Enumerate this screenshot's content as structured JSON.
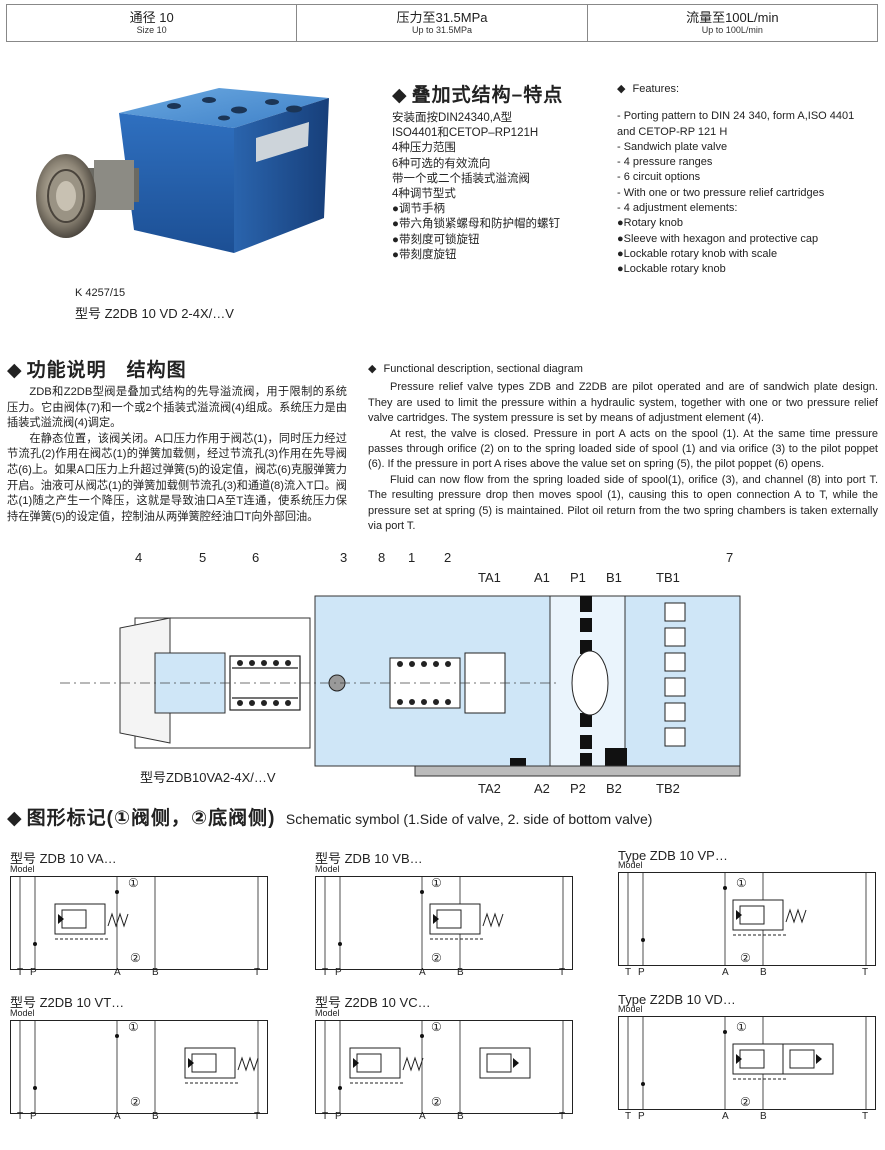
{
  "specs": [
    {
      "cn": "通径 10",
      "en": "Size 10"
    },
    {
      "cn": "压力至31.5MPa",
      "en": "Up to 31.5MPa"
    },
    {
      "cn": "流量至100L/min",
      "en": "Up to 100L/min"
    }
  ],
  "photo": {
    "code": "K 4257/15",
    "model": "型号 Z2DB 10 VD 2-4X/…V"
  },
  "features_cn": {
    "title": "叠加式结构–特点",
    "items": [
      "安装面按DIN24340,A型",
      "ISO4401和CETOP–RP121H",
      "4种压力范围",
      "6种可选的有效流向",
      "带一个或二个插装式溢流阀",
      "4种调节型式",
      "●调节手柄",
      "●带六角锁紧螺母和防护帽的螺钉",
      "●带刻度可锁旋钮",
      "●带刻度旋钮"
    ]
  },
  "features_en": {
    "title": "Features:",
    "items": [
      "- Porting pattern to DIN 24 340, form A,ISO 4401",
      "and CETOP-RP 121 H",
      "- Sandwich plate valve",
      "- 4 pressure ranges",
      "- 6 circuit options",
      "- With one or two pressure relief cartridges",
      "- 4 adjustment elements:",
      "●Rotary knob",
      "●Sleeve with hexagon and protective cap",
      "●Lockable rotary knob with scale",
      "●Lockable rotary knob"
    ]
  },
  "function_cn": {
    "title": "功能说明　结构图",
    "p1": "ZDB和Z2DB型阀是叠加式结构的先导溢流阀，用于限制的系统压力。它由阀体(7)和一个或2个插装式溢流阀(4)组成。系统压力是由插装式溢流阀(4)调定。",
    "p2": "在静态位置，该阀关闭。A口压力作用于阀芯(1)，同时压力经过节流孔(2)作用在阀芯(1)的弹簧加载侧，经过节流孔(3)作用在先导阀芯(6)上。如果A口压力上升超过弹簧(5)的设定值，阀芯(6)克服弹簧力开启。油液可从阀芯(1)的弹簧加载侧节流孔(3)和通道(8)流入T口。阀芯(1)随之产生一个降压，这就是导致油口A至T连通，使系统压力保持在弹簧(5)的设定值，控制油从两弹簧腔经油口T向外部回油。"
  },
  "function_en": {
    "title": "Functional description, sectional diagram",
    "p1": "Pressure relief valve types ZDB and Z2DB are pilot operated and are of sandwich plate design. They are used to limit the pressure within a hydraulic system, together with one or two pressure relief valve cartridges. The system pressure is set by means of adjustment element (4).",
    "p2": "At rest, the valve is closed. Pressure in port A acts on the spool (1). At the same time pressure passes through orifice (2) on to the spring loaded side of spool (1) and via orifice (3) to the pilot poppet (6). If the pressure in port A rises above the value set on spring (5), the pilot poppet (6) opens.",
    "p3": "Fluid can now flow from the spring loaded side of spool(1), orifice (3), and channel (8) into port T. The resulting pressure drop then moves spool (1), causing this to open connection A to T, while the pressure set at spring (5) is maintained. Pilot oil return from the two spring chambers is taken externally via port T."
  },
  "sectional": {
    "callouts": [
      "4",
      "5",
      "6",
      "3",
      "8",
      "1",
      "2",
      "7"
    ],
    "ports_top": [
      "TA1",
      "A1",
      "P1",
      "B1",
      "TB1"
    ],
    "ports_bottom": [
      "TA2",
      "A2",
      "P2",
      "B2",
      "TB2"
    ],
    "model": "型号ZDB10VA2-4X/…V",
    "body_color": "#cfe6f7"
  },
  "symbols": {
    "title_cn": "图形标记(①阀侧，②底阀侧)",
    "title_en": "Schematic symbol (1.Side of valve, 2. side of bottom valve)",
    "model_label": "Model",
    "circle1": "①",
    "circle2": "②",
    "items": [
      {
        "title": "型号 ZDB 10 VA…",
        "ports": [
          "T",
          "P",
          "A",
          "B",
          "T"
        ]
      },
      {
        "title": "型号 ZDB 10 VB…",
        "ports": [
          "T",
          "P",
          "A",
          "B",
          "T"
        ]
      },
      {
        "title": "Type  ZDB 10 VP…",
        "ports": [
          "T",
          "P",
          "A",
          "B",
          "T"
        ]
      },
      {
        "title": "型号 Z2DB 10 VT…",
        "ports": [
          "T",
          "P",
          "A",
          "B",
          "T"
        ]
      },
      {
        "title": "型号 Z2DB 10 VC…",
        "ports": [
          "T",
          "P",
          "A",
          "B",
          "T"
        ]
      },
      {
        "title": "Type  Z2DB 10 VD…",
        "ports": [
          "T",
          "P",
          "A",
          "B",
          "T"
        ]
      }
    ]
  }
}
